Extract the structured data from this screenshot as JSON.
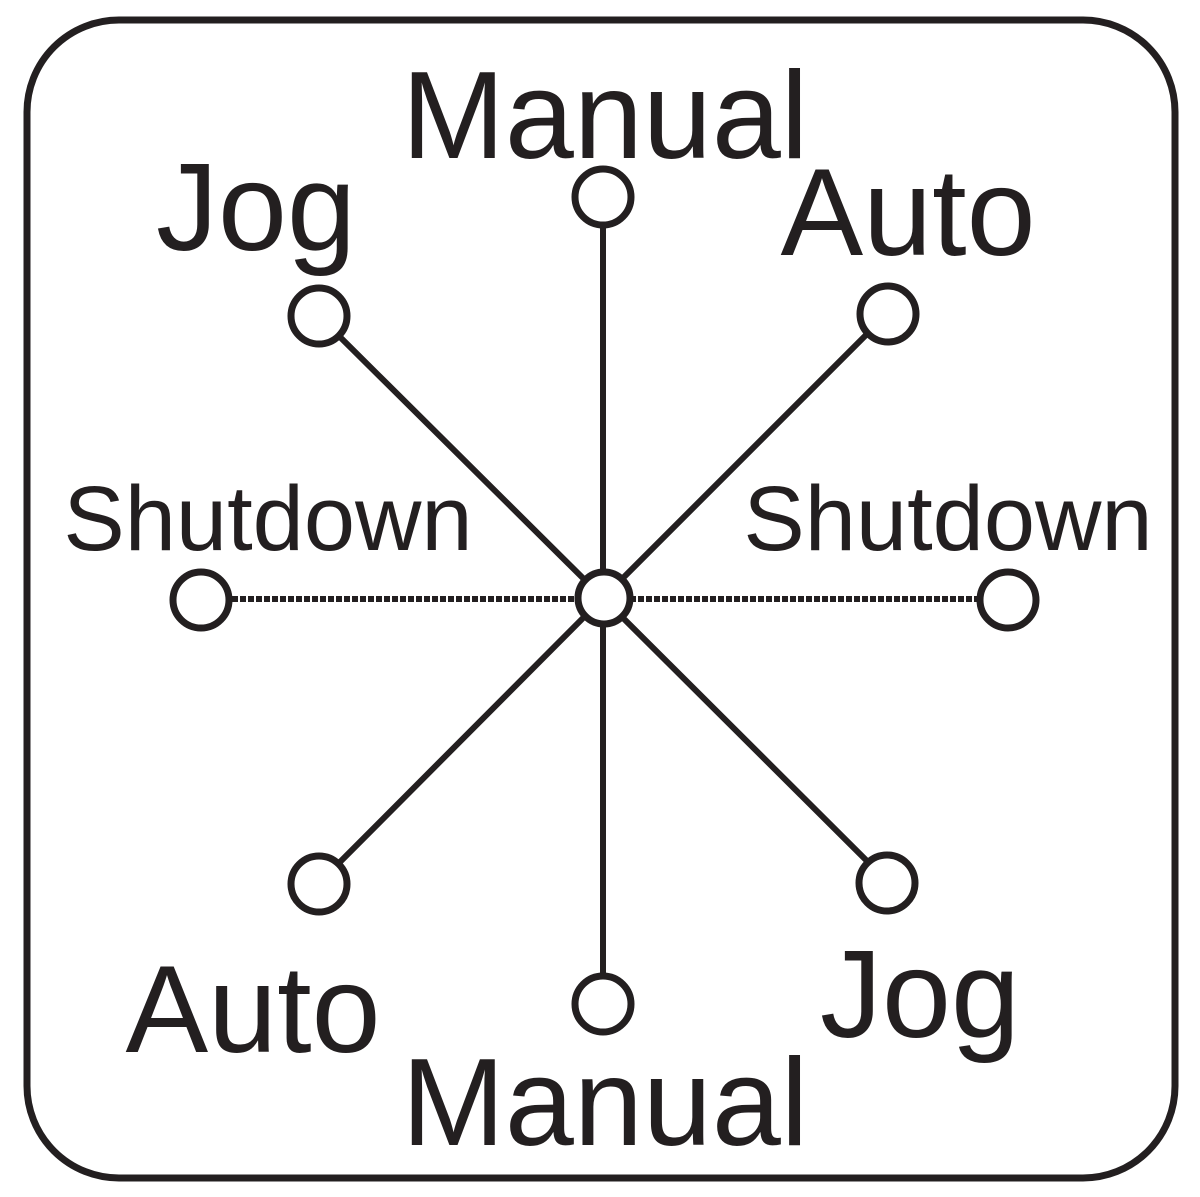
{
  "colors": {
    "ink": "#231f20",
    "background": "#ffffff"
  },
  "labels": {
    "top": "Manual",
    "top_left": "Jog",
    "top_right": "Auto",
    "left": "Shutdown",
    "right": "Shutdown",
    "bottom_left": "Auto",
    "bottom_right": "Jog",
    "bottom": "Manual"
  }
}
